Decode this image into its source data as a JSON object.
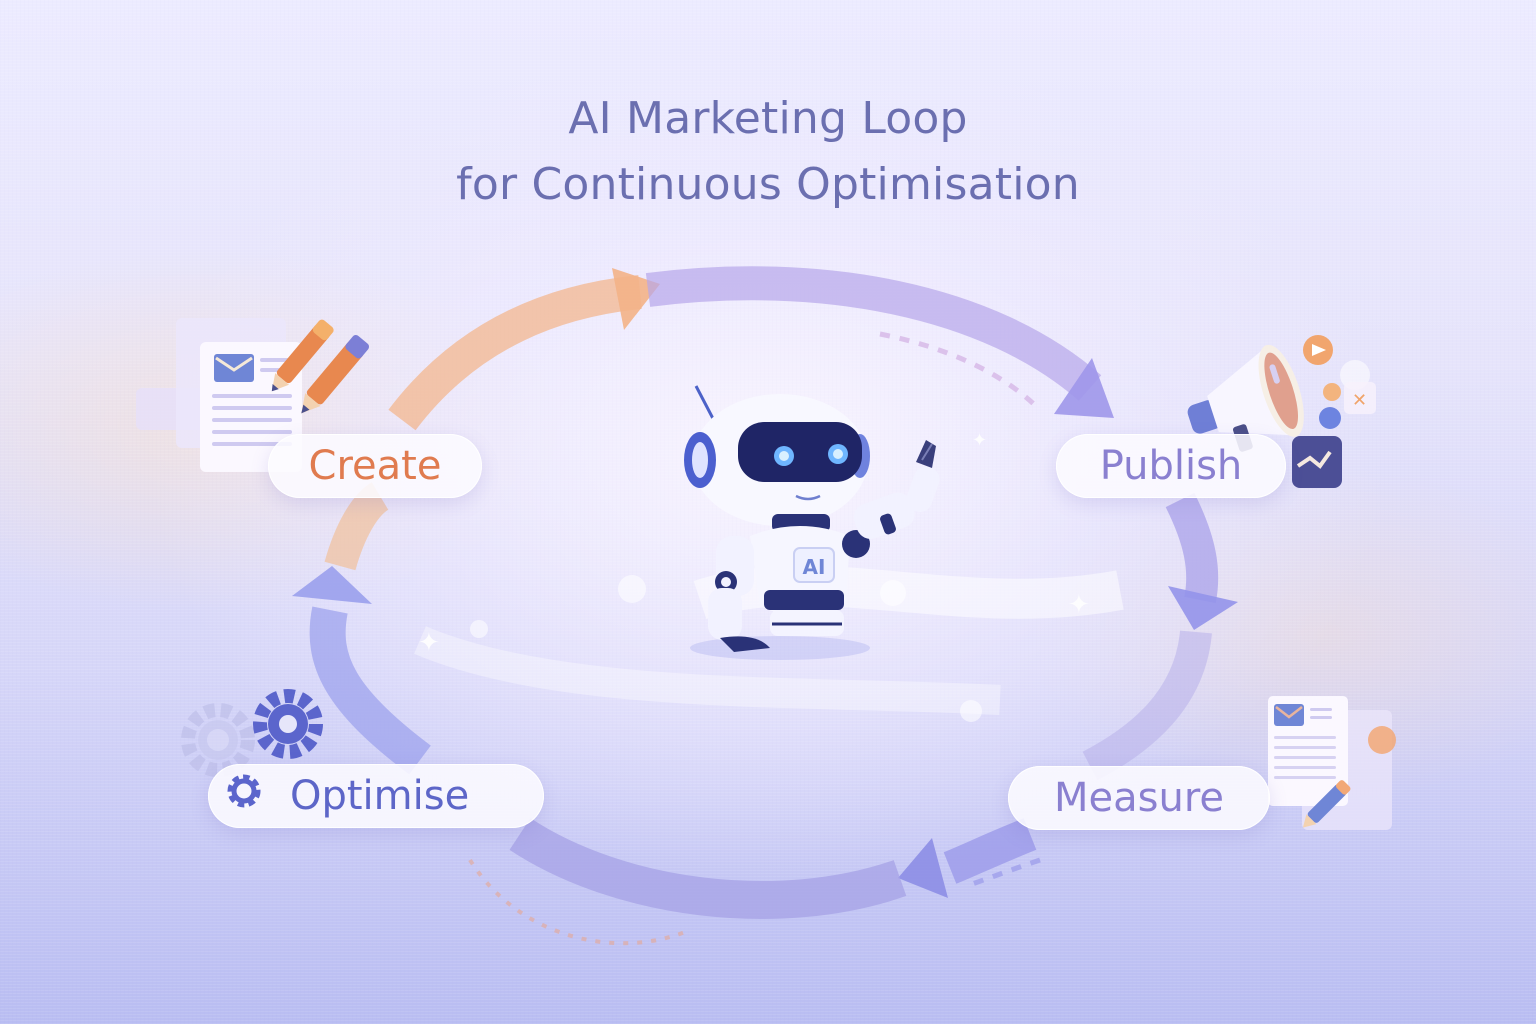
{
  "title": {
    "line1": "AI Marketing Loop",
    "line2": "for Continuous Optimisation"
  },
  "center": {
    "figure": "robot-mascot",
    "chest_badge": "AI"
  },
  "stages": [
    {
      "id": "create",
      "label": "Create",
      "icon": "document-pencils-icon",
      "color": "#e07b4f",
      "position": "top-left"
    },
    {
      "id": "publish",
      "label": "Publish",
      "icon": "megaphone-icon",
      "color": "#8a80d0",
      "position": "top-right"
    },
    {
      "id": "measure",
      "label": "Measure",
      "icon": "report-pencil-icon",
      "color": "#8a80d0",
      "position": "bottom-right"
    },
    {
      "id": "optimise",
      "label": "Optimise",
      "icon": "gears-icon",
      "color": "#5d66c8",
      "position": "bottom-left"
    }
  ],
  "flow": {
    "direction": "clockwise",
    "sequence": [
      "Create",
      "Publish",
      "Measure",
      "Optimise",
      "Create"
    ],
    "arrow_colors": {
      "create_to_publish_start": "#f3b387",
      "main": "#a99ee6",
      "accent": "#8d8fe6"
    }
  }
}
